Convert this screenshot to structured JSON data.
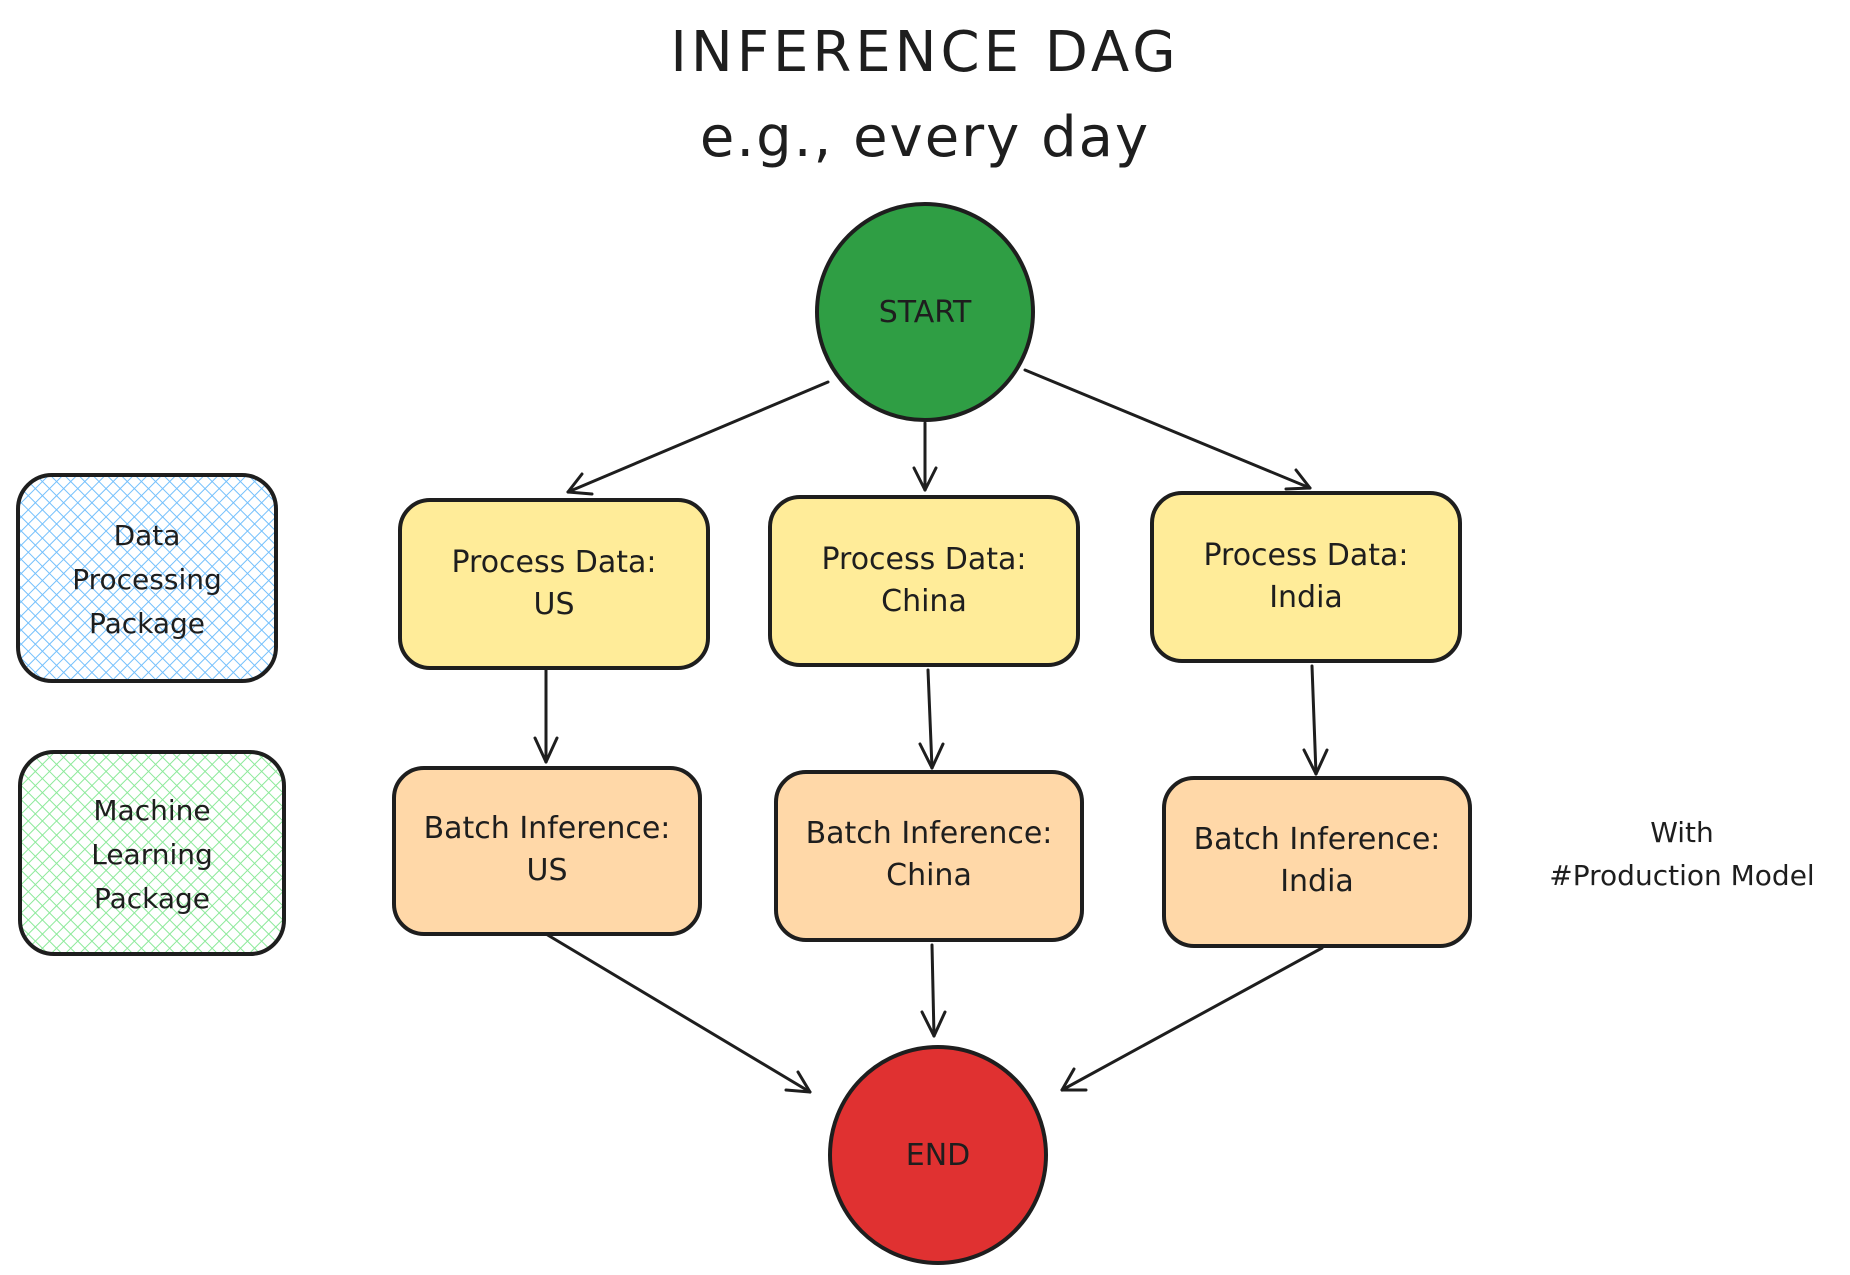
{
  "title": "INFERENCE DAG",
  "subtitle": "e.g., every day",
  "colors": {
    "start": "#2f9e44",
    "end": "#e03131",
    "process": "#ffec99",
    "inference": "#ffd8a8",
    "legend_data": "#a5d8ff",
    "legend_ml": "#b2f2bb",
    "stroke": "#1e1e1e"
  },
  "nodes": {
    "start": "START",
    "end": "END",
    "process": [
      {
        "line1": "Process Data:",
        "line2": "US"
      },
      {
        "line1": "Process Data:",
        "line2": "China"
      },
      {
        "line1": "Process Data:",
        "line2": "India"
      }
    ],
    "inference": [
      {
        "line1": "Batch Inference:",
        "line2": "US"
      },
      {
        "line1": "Batch Inference:",
        "line2": "China"
      },
      {
        "line1": "Batch Inference:",
        "line2": "India"
      }
    ]
  },
  "legend": {
    "data_package": [
      "Data",
      "Processing",
      "Package"
    ],
    "ml_package": [
      "Machine",
      "Learning",
      "Package"
    ]
  },
  "note": [
    "With",
    "#Production Model"
  ]
}
